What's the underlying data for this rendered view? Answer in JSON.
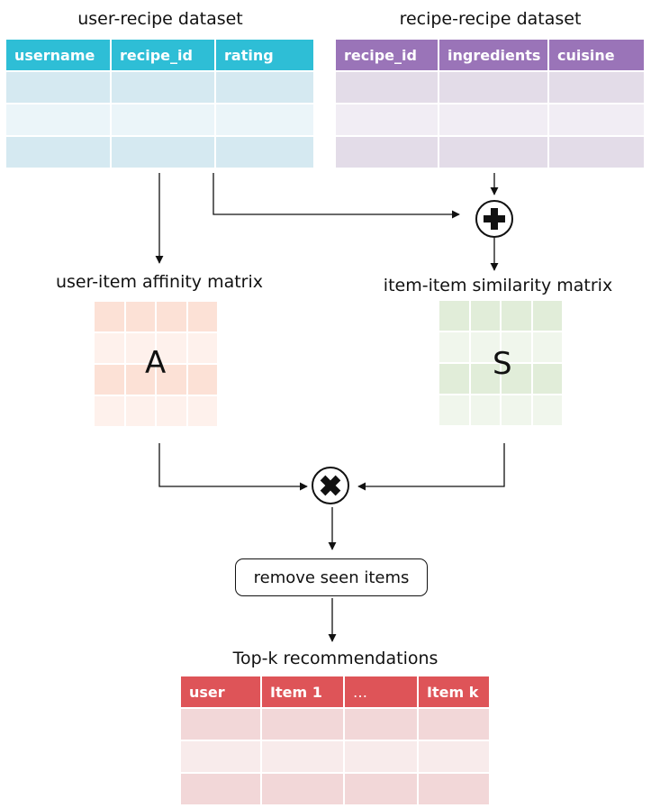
{
  "user_recipe": {
    "title": "user-recipe dataset",
    "columns": [
      "username",
      "recipe_id",
      "rating"
    ],
    "rows": 3,
    "header_color": "#2EBED6",
    "row_colors": [
      "#D5E9F1",
      "#EBF5F9",
      "#D5E9F1"
    ]
  },
  "recipe_recipe": {
    "title": "recipe-recipe dataset",
    "columns": [
      "recipe_id",
      "ingredients",
      "cuisine"
    ],
    "rows": 3,
    "header_color": "#9A74B8",
    "row_colors": [
      "#E3DCE8",
      "#F1EDF4",
      "#E3DCE8"
    ]
  },
  "affinity": {
    "title": "user-item affinity matrix",
    "letter": "A",
    "row_colors": [
      "#FCE1D6",
      "#FEF1EC",
      "#FCE1D6",
      "#FEF1EC"
    ]
  },
  "similarity": {
    "title": "item-item similarity matrix",
    "letter": "S",
    "row_colors": [
      "#E1EDD9",
      "#F0F6EC",
      "#E1EDD9",
      "#F0F6EC"
    ]
  },
  "operators": {
    "plus": "plus-icon",
    "times": "times-icon"
  },
  "remove_box": {
    "label": "remove seen items"
  },
  "topk": {
    "title": "Top-k recommendations",
    "columns": [
      "user",
      "Item 1",
      "…",
      "Item k"
    ],
    "rows": 3,
    "header_color": "#DE5458",
    "row_colors": [
      "#F2D7D8",
      "#F8EBEB",
      "#F2D7D8"
    ]
  }
}
